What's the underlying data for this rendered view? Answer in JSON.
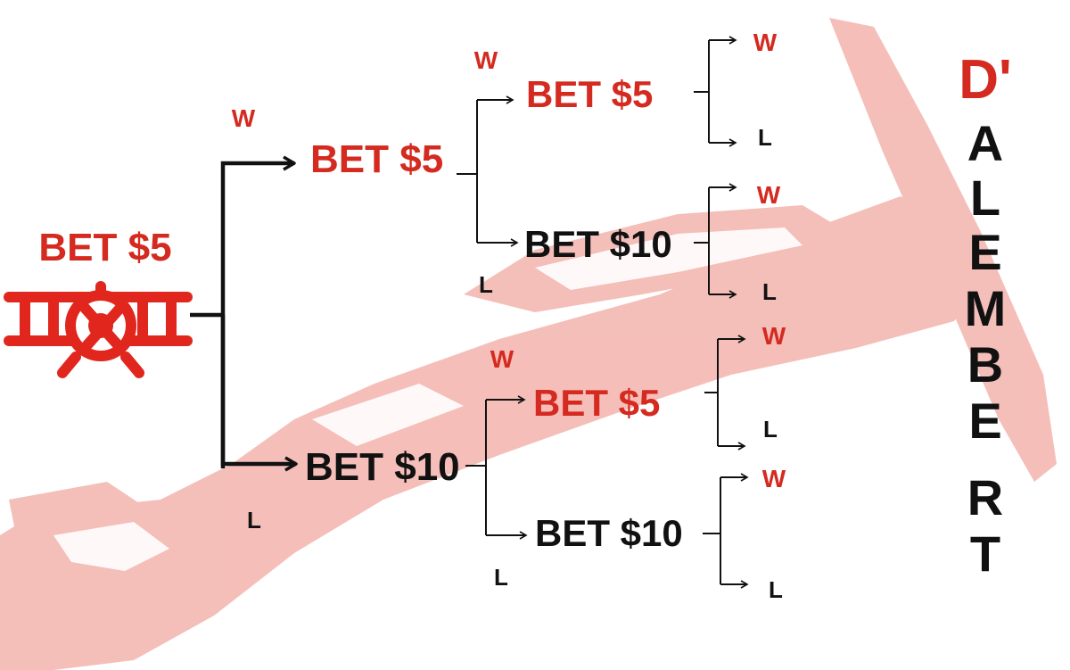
{
  "title": {
    "prefix": "D'",
    "letters": [
      "A",
      "L",
      "E",
      "M",
      "B",
      "E",
      "R",
      "T"
    ]
  },
  "root": {
    "label": "BET $5"
  },
  "level1": {
    "win": {
      "label": "BET $5",
      "edge": "W"
    },
    "loss": {
      "label": "BET $10",
      "edge": "L"
    }
  },
  "level2": [
    {
      "label": "BET $5",
      "edge": "W"
    },
    {
      "label": "BET $10",
      "edge": "L"
    },
    {
      "label": "BET $5",
      "edge": "W"
    },
    {
      "label": "BET $10",
      "edge": "L"
    }
  ],
  "leaves": [
    {
      "win": "W",
      "loss": "L"
    },
    {
      "win": "W",
      "loss": "L"
    },
    {
      "win": "W",
      "loss": "L"
    },
    {
      "win": "W",
      "loss": "L"
    }
  ],
  "colors": {
    "red": "#d42a20",
    "black": "#111111",
    "watermark": "#f3b3ad"
  }
}
